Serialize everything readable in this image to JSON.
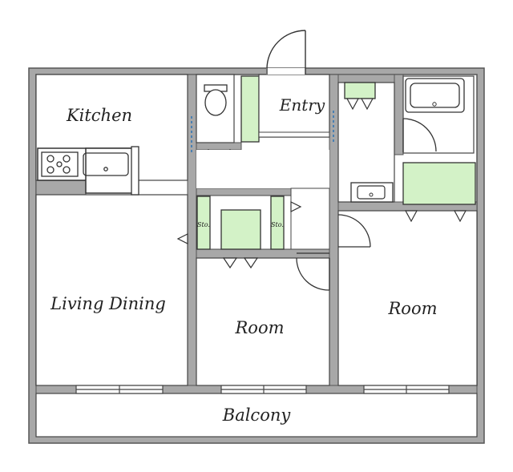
{
  "rooms": {
    "kitchen": "Kitchen",
    "entry": "Entry",
    "living_dining": "Living Dining",
    "room_center": "Room",
    "room_right": "Room",
    "balcony": "Balcony",
    "storage_left": "Sto.",
    "storage_right": "Sto."
  },
  "colors": {
    "wall": "#a8a8a8",
    "storage_fill": "#d3f2c7",
    "line": "#333333",
    "floor": "#ffffff"
  }
}
